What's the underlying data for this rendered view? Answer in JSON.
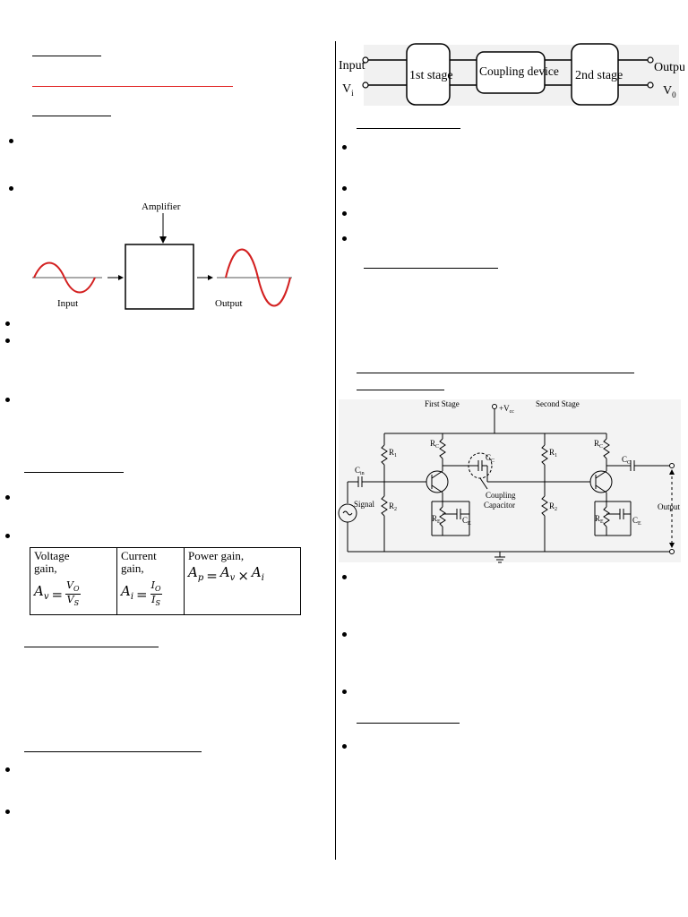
{
  "amplifier_figure": {
    "amplifier_label": "Amplifier",
    "input_label": "Input",
    "output_label": "Output",
    "wave_color": "#d32020"
  },
  "gains_table": {
    "voltage_label": "Voltage gain,",
    "voltage_formula": "A_v = V_o / V_s",
    "current_label": "Current gain,",
    "current_formula": "A_i = I_o / I_s",
    "power_label": "Power gain,",
    "power_formula": "A_p = A_v × A_i"
  },
  "multistage_figure": {
    "input_label": "Input",
    "vi_label": "V",
    "vi_sub": "i",
    "stage1": "1st stage",
    "coupling": "Coupling device",
    "stage2": "2nd stage",
    "output_label": "Output",
    "vo_label": "V",
    "vo_sub": "0"
  },
  "circuit": {
    "first_stage": "First Stage",
    "second_stage": "Second Stage",
    "vcc": "+V",
    "vcc_sub": "cc",
    "signal": "Signal",
    "coupling_cap_1": "Coupling",
    "coupling_cap_2": "Capacitor",
    "output": "Output",
    "cc_label": "C",
    "cc_sub": "C",
    "cin_label": "C",
    "cin_sub": "in",
    "r1": "R",
    "r1_sub": "1",
    "r2": "R",
    "r2_sub": "2",
    "rc": "R",
    "rc_sub": "C",
    "re": "R",
    "re_sub": "E",
    "ce": "C",
    "ce_sub": "E"
  },
  "colors": {
    "red_rule": "#e02020"
  }
}
